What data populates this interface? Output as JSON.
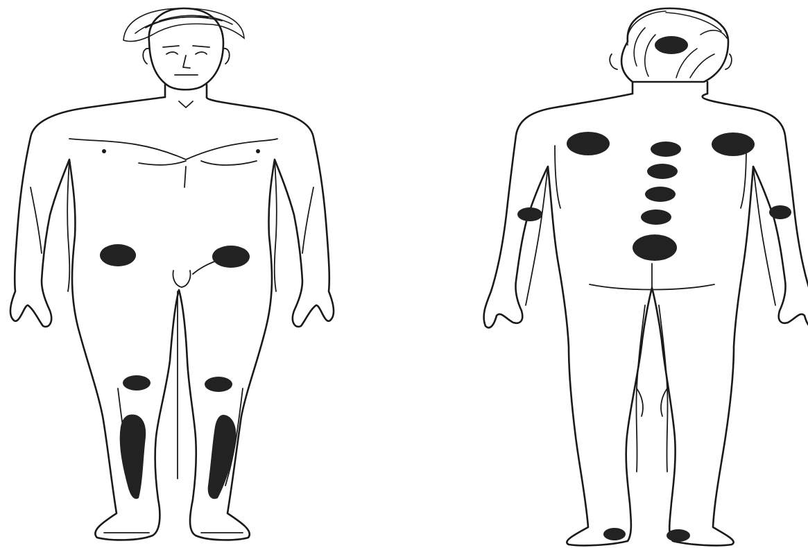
{
  "figure": {
    "views": [
      {
        "id": "front",
        "marker_count": 6
      },
      {
        "id": "back",
        "marker_count": 12
      }
    ],
    "colors": {
      "ink": "#1a1a1a",
      "marker": "#222222",
      "background": "#ffffff"
    }
  }
}
